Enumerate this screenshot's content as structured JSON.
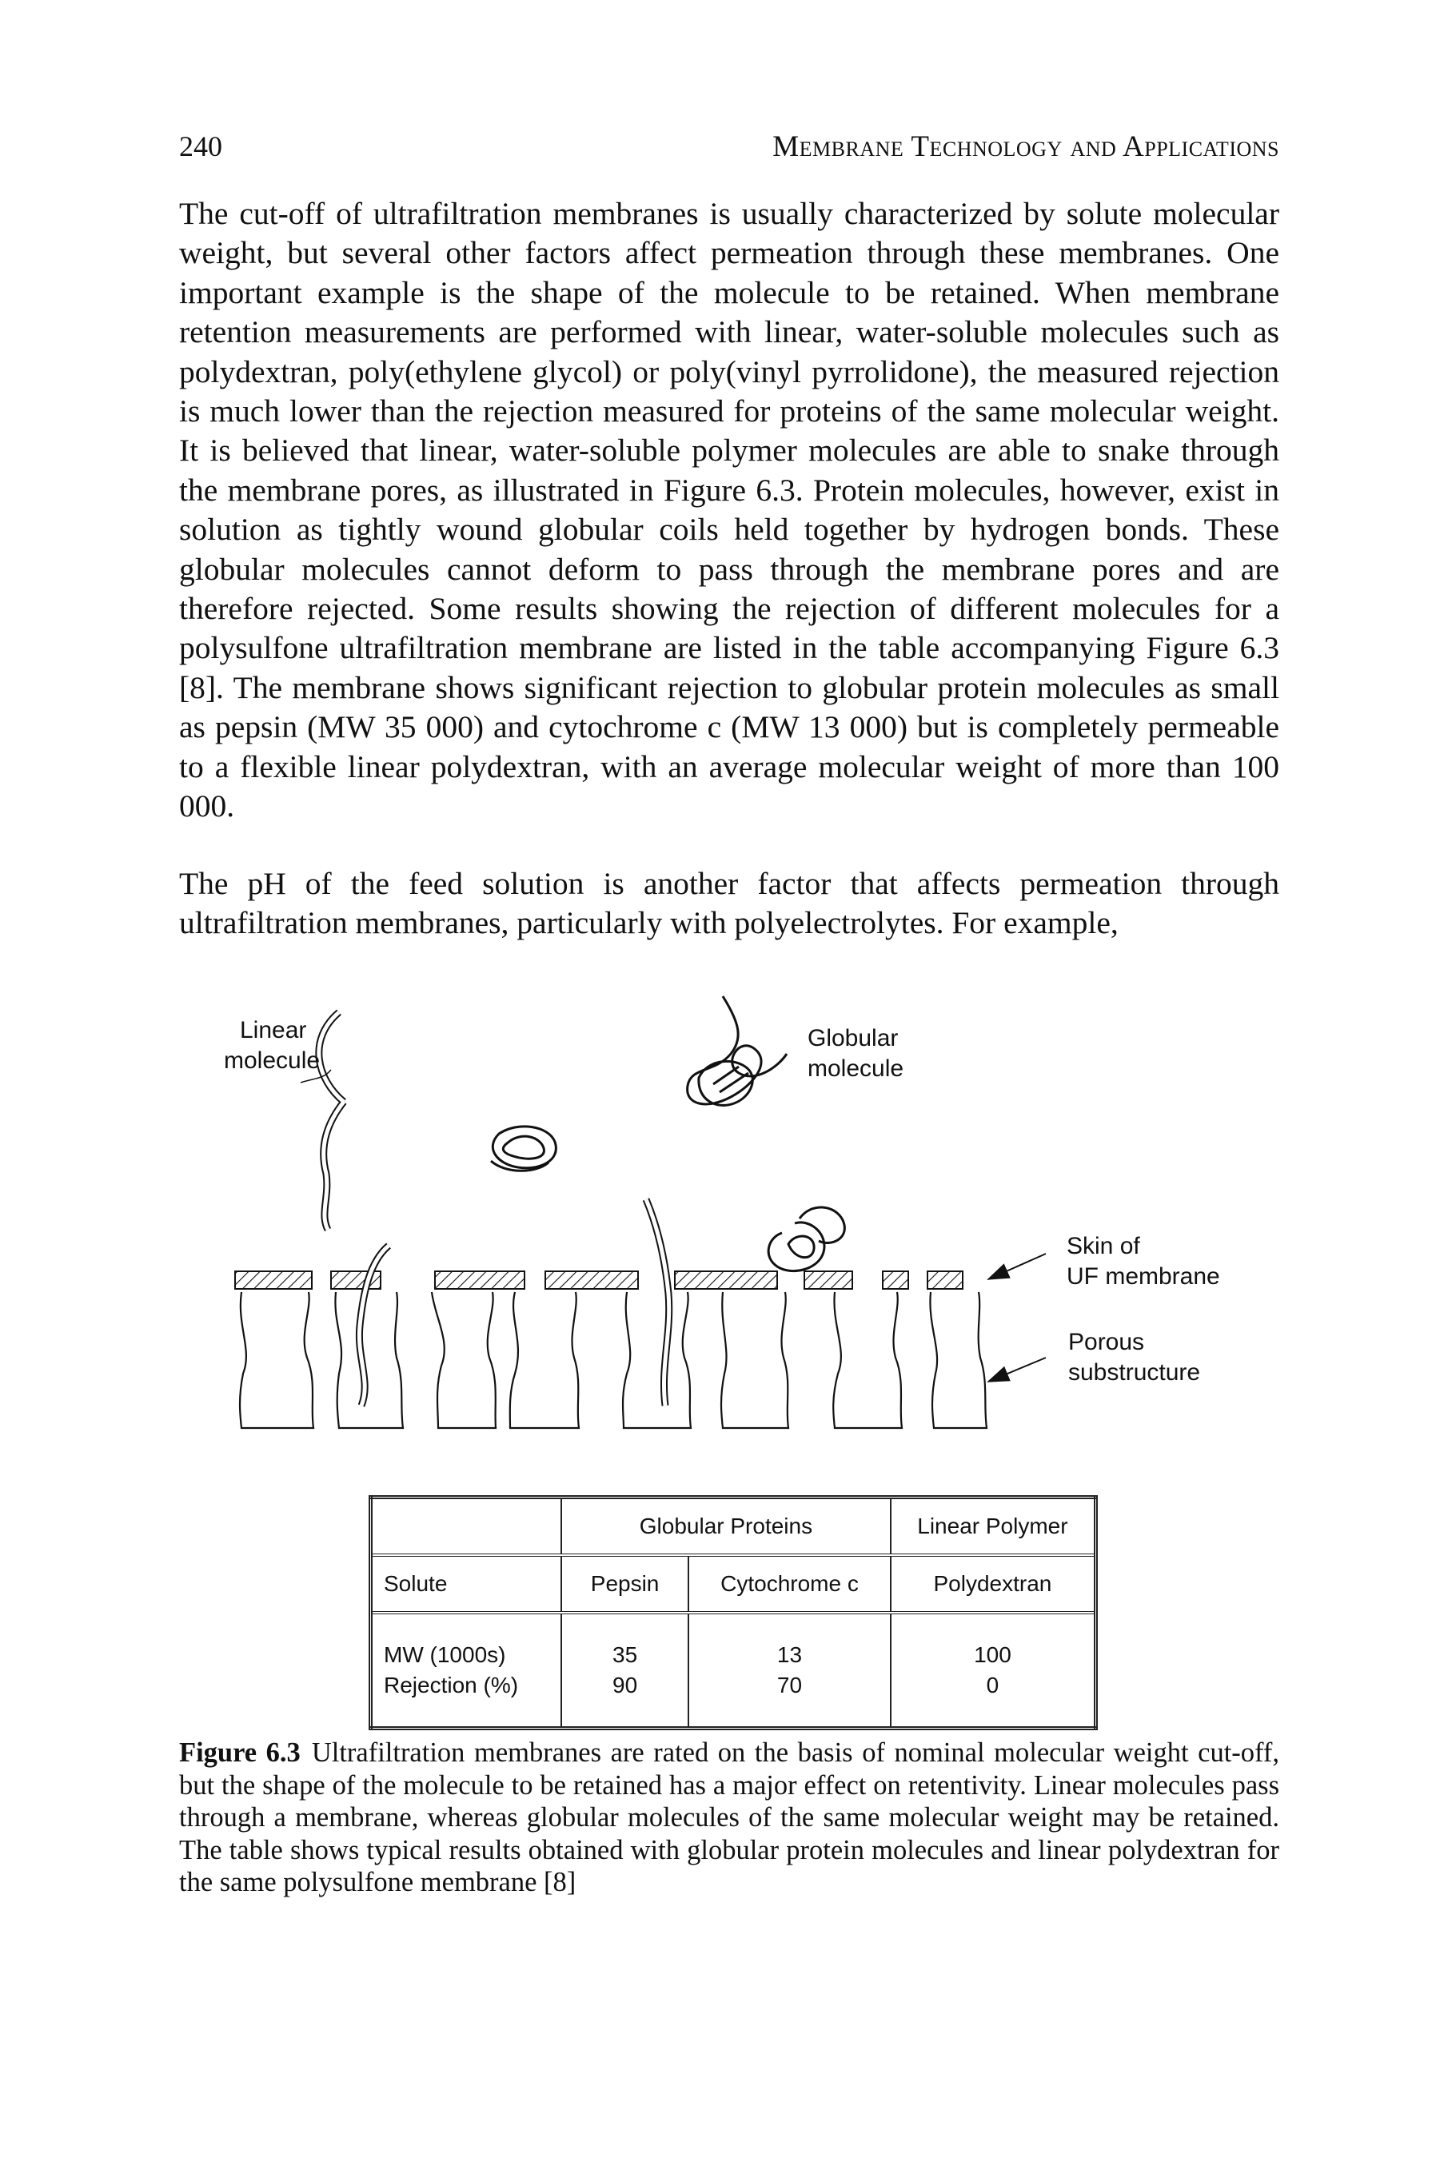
{
  "header": {
    "page_number": "240",
    "running_title": "Membrane Technology and Applications"
  },
  "paragraphs": [
    "The cut-off of ultrafiltration membranes is usually characterized by solute molecular weight, but several other factors affect permeation through these membranes. One important example is the shape of the molecule to be retained. When membrane retention measurements are performed with linear, water-soluble molecules such as polydextran, poly(ethylene glycol) or poly(vinyl pyrrolidone), the measured rejection is much lower than the rejection measured for proteins of the same molecular weight. It is believed that linear, water-soluble polymer molecules are able to snake through the membrane pores, as illustrated in Figure 6.3. Protein molecules, however, exist in solution as tightly wound globular coils held together by hydrogen bonds. These globular molecules cannot deform to pass through the membrane pores and are therefore rejected. Some results showing the rejection of different molecules for a polysulfone ultrafiltration membrane are listed in the table accompanying Figure 6.3 [8]. The membrane shows significant rejection to globular protein molecules as small as pepsin (MW 35 000) and cytochrome c (MW 13 000) but is completely permeable to a flexible linear polydextran, with an average molecular weight of more than 100 000.",
    "The pH of the feed solution is another factor that affects permeation through ultrafiltration membranes, particularly with polyelectrolytes. For example,"
  ],
  "figure": {
    "labels": {
      "linear_line1": "Linear",
      "linear_line2": "molecule",
      "globular_line1": "Globular",
      "globular_line2": "molecule",
      "skin_line1": "Skin of",
      "skin_line2": "UF membrane",
      "porous_line1": "Porous",
      "porous_line2": "substructure"
    }
  },
  "table": {
    "group_headers": [
      "Globular Proteins",
      "Linear Polymer"
    ],
    "row_solute": [
      "Solute",
      "Pepsin",
      "Cytochrome c",
      "Polydextran"
    ],
    "row_labels": [
      "MW (1000s)",
      "Rejection (%)"
    ],
    "mw": [
      "35",
      "13",
      "100"
    ],
    "rejection": [
      "90",
      "70",
      "0"
    ]
  },
  "caption": {
    "figure_number": "Figure 6.3",
    "text": "Ultrafiltration membranes are rated on the basis of nominal molecular weight cut-off, but the shape of the molecule to be retained has a major effect on retentivity. Linear molecules pass through a membrane, whereas globular molecules of the same molecular weight may be retained. The table shows typical results obtained with globular protein molecules and linear polydextran for the same polysulfone membrane [8]"
  }
}
